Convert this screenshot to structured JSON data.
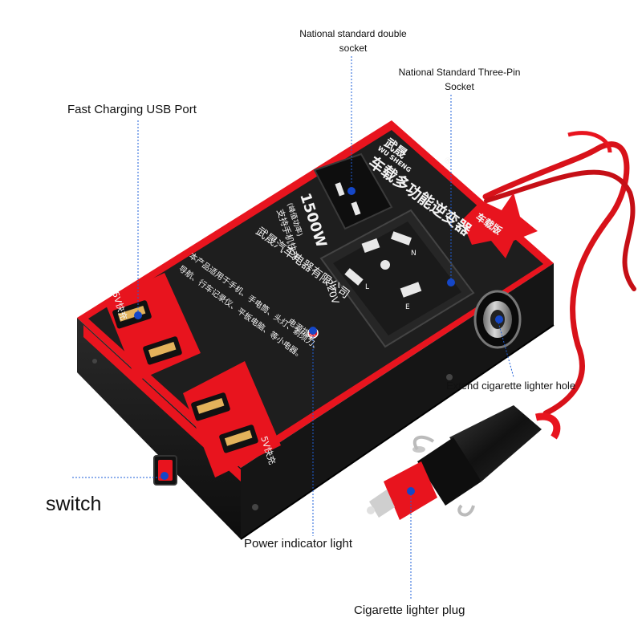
{
  "labels": {
    "double_socket": [
      "National standard double",
      "socket"
    ],
    "three_pin_socket": [
      "National Standard Three-Pin",
      "Socket"
    ],
    "usb_port": "Fast Charging USB Port",
    "cig_hole": "Extend cigarette lighter hole",
    "switch": "switch",
    "power_light": "Power indicator light",
    "cig_plug": "Cigarette lighter plug"
  },
  "device": {
    "brand_cn": "武晟",
    "brand_en": "WU SHENG",
    "registered": "®",
    "product_name": "车载多功能逆变器",
    "power": "1500W",
    "peak_note": "(峰值功率)",
    "phone_support": "支持手机快充",
    "company": "武晟汽车电器有限公司",
    "voltage": "220V",
    "usage_line1": "本产品适用于手机、手电筒、头灯、剃须刀、",
    "usage_line2": "导航、行车记录仪、平板电脑、等小电器。",
    "indicator_label": "电源指示",
    "usb_tag_top": "5V快充",
    "usb_tag_bottom": "5V快充",
    "badge": "车载版",
    "socket_marks": [
      "N",
      "L",
      "E"
    ]
  },
  "colors": {
    "red": "#e8141e",
    "body_black": "#1c1c1c",
    "panel_dark": "#2b2b2b",
    "accent_blue": "#1e5fd8",
    "marker_blue": "#1547c8"
  }
}
